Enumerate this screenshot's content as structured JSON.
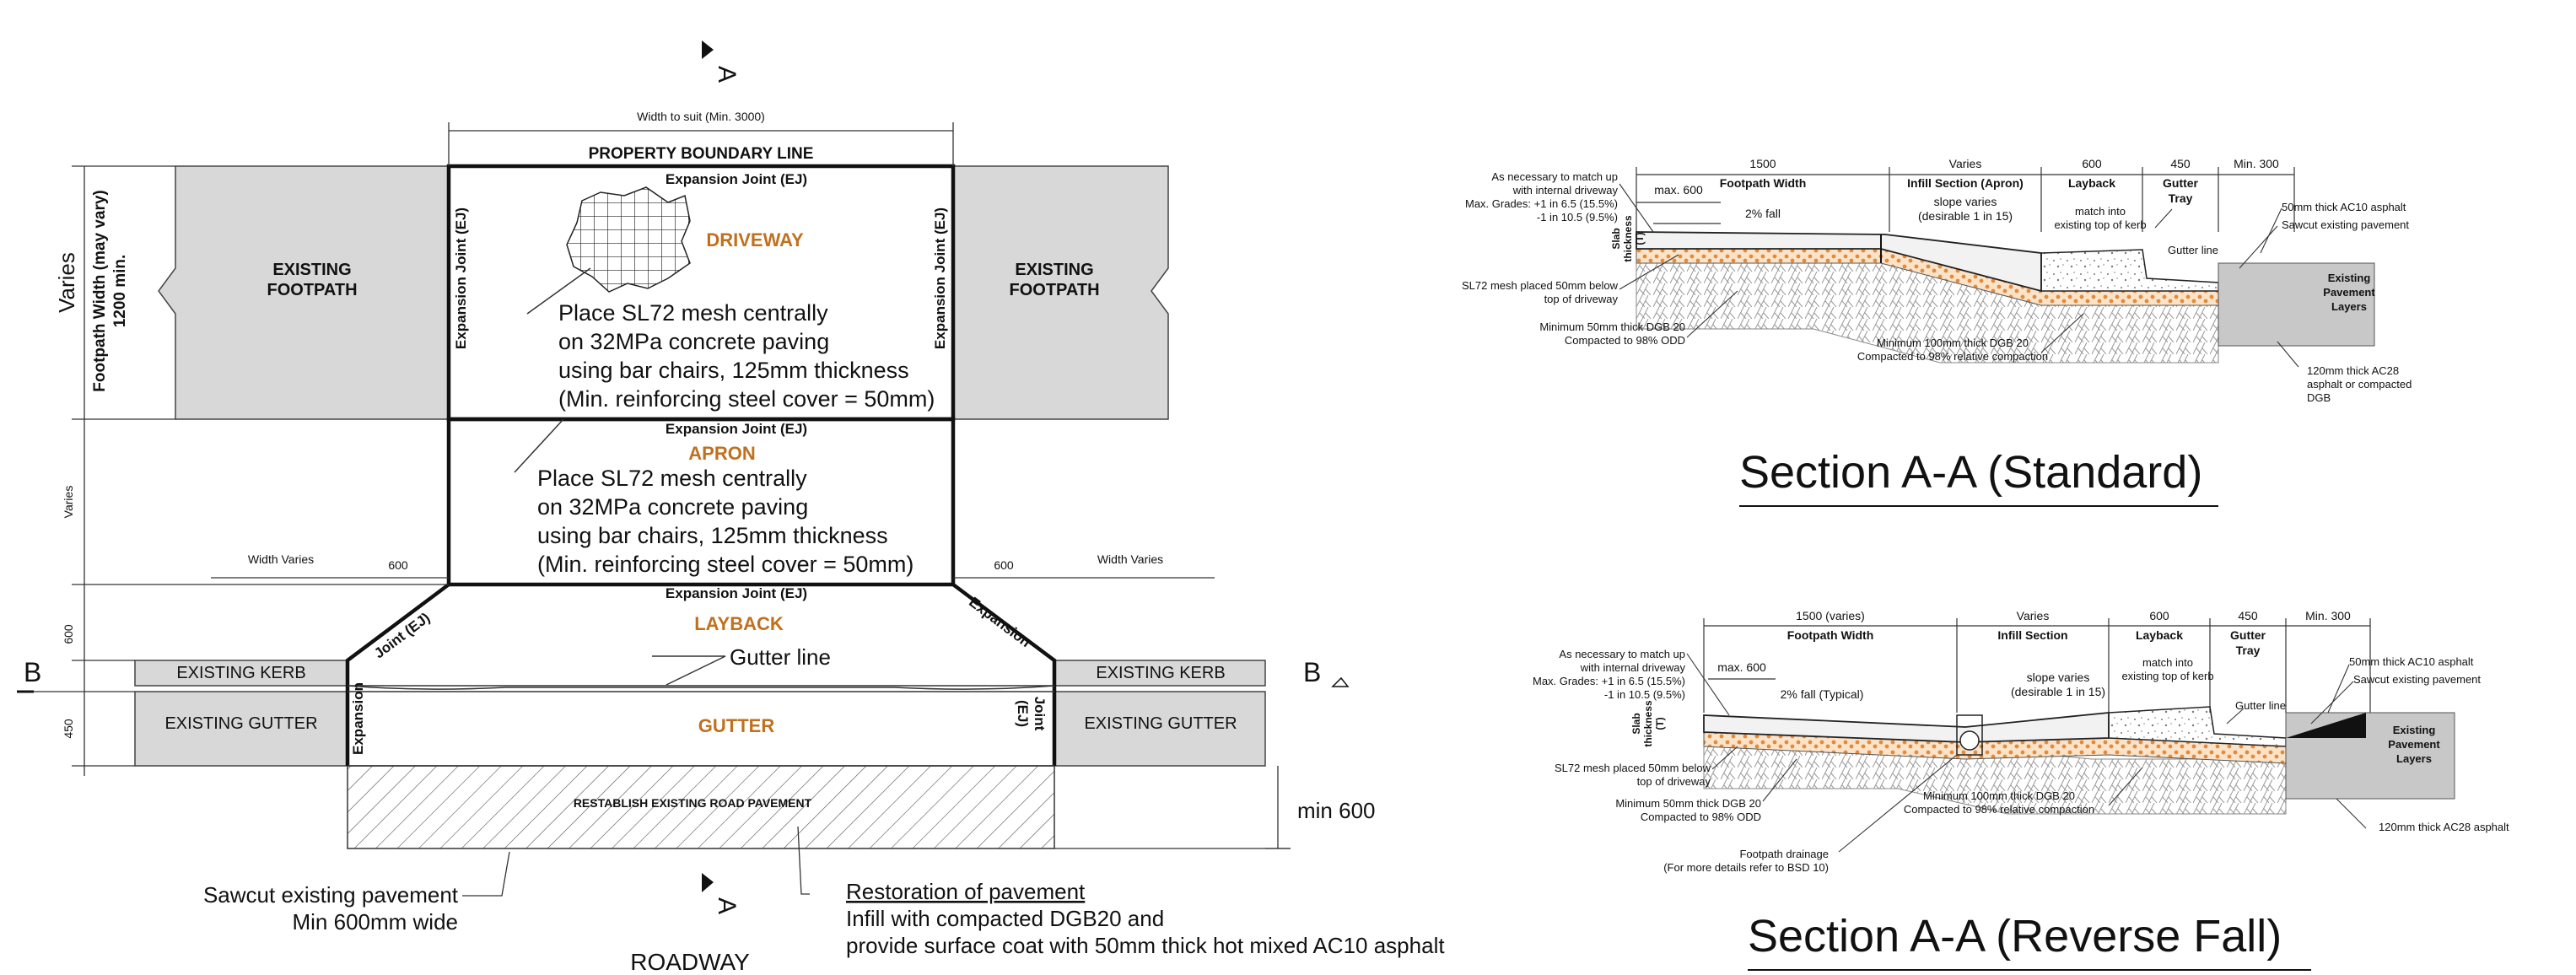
{
  "plan": {
    "width_to_suit": "Width to suit (Min. 3000)",
    "property_boundary": "PROPERTY BOUNDARY LINE",
    "ej_top": "Expansion Joint (EJ)",
    "ej_left": "Expansion Joint (EJ)",
    "ej_right": "Expansion Joint (EJ)",
    "ej_mid": "Expansion Joint (EJ)",
    "ej_bottom": "Expansion Joint (EJ)",
    "varies_big": "Varies",
    "footpath_width_1": "Footpath Width (may vary)",
    "footpath_width_2": "1200 min.",
    "varies_small": "Varies",
    "dim_600_left_v": "600",
    "dim_450_left_v": "450",
    "existing_footpath": [
      "EXISTING",
      "FOOTPATH"
    ],
    "driveway": "DRIVEWAY",
    "driveway_note": [
      "Place SL72 mesh centrally",
      "on 32MPa concrete paving",
      "using bar chairs, 125mm thickness",
      "(Min. reinforcing steel cover = 50mm)"
    ],
    "apron": "APRON",
    "apron_note": [
      "Place SL72 mesh centrally",
      "on 32MPa concrete paving",
      "using bar chairs, 125mm thickness",
      "(Min. reinforcing steel cover = 50mm)"
    ],
    "width_varies": "Width Varies",
    "dim_600": "600",
    "layback": "LAYBACK",
    "joint_ej": "Joint (EJ)",
    "expansion": "Expansion",
    "existing_kerb": "EXISTING KERB",
    "gutter_line": "Gutter line",
    "existing_gutter": "EXISTING GUTTER",
    "gutter": "GUTTER",
    "exp_left_v": "Expansion",
    "joint_right_v": "Joint",
    "ej_right_v": "(EJ)",
    "section_a": "A",
    "section_b": "B",
    "reestablish": "RESTABLISH EXISTING ROAD PAVEMENT",
    "min_600": "min 600",
    "sawcut": [
      "Sawcut existing pavement",
      "Min 600mm wide"
    ],
    "restoration_title": "Restoration of pavement",
    "restoration_body": [
      "Infill with compacted DGB20 and",
      "provide surface coat with 50mm thick hot mixed AC10 asphalt"
    ],
    "roadway": "ROADWAY"
  },
  "section_standard": {
    "title": "Section A-A (Standard)",
    "dims": [
      "1500",
      "Varies",
      "600",
      "450",
      "Min. 300"
    ],
    "zone_labels": [
      "Footpath Width",
      "Infill Section (Apron)",
      "Layback",
      "Gutter",
      "Tray"
    ],
    "max_600": "max. 600",
    "match_note": [
      "As necessary to match up",
      "with internal driveway",
      "Max. Grades: +1 in 6.5 (15.5%)",
      "-1 in 10.5 (9.5%)"
    ],
    "slab": [
      "Slab",
      "thickness",
      "(T)"
    ],
    "fall": "2% fall",
    "slope": [
      "slope varies",
      "(desirable 1 in 15)"
    ],
    "match_kerb": [
      "match into",
      "existing top of kerb"
    ],
    "gutter_line": "Gutter line",
    "ac10": "50mm thick AC10 asphalt",
    "sawcut": "Sawcut existing pavement",
    "existing_layers": [
      "Existing",
      "Pavement",
      "Layers"
    ],
    "mesh": [
      "SL72 mesh placed 50mm below",
      "top of driveway"
    ],
    "dgb_min50": [
      "Minimum 50mm thick DGB 20",
      "Compacted to 98% ODD"
    ],
    "dgb_min100": [
      "Minimum 100mm thick DGB 20",
      "Compacted to 98% relative compaction"
    ],
    "ac28": [
      "120mm thick AC28",
      "asphalt or compacted",
      "DGB"
    ]
  },
  "section_reverse": {
    "title": "Section A-A (Reverse Fall)",
    "dims": [
      "1500 (varies)",
      "Varies",
      "600",
      "450",
      "Min. 300"
    ],
    "zone_labels": [
      "Footpath Width",
      "Infill Section",
      "Layback",
      "Gutter",
      "Tray"
    ],
    "max_600": "max. 600",
    "match_note": [
      "As necessary to match up",
      "with internal driveway",
      "Max. Grades: +1 in 6.5 (15.5%)",
      "-1 in 10.5 (9.5%)"
    ],
    "slab": [
      "Slab",
      "thickness",
      "(T)"
    ],
    "fall": "2% fall (Typical)",
    "slope": [
      "slope varies",
      "(desirable 1 in 15)"
    ],
    "match_kerb": [
      "match into",
      "existing top of kerb"
    ],
    "gutter_line": "Gutter line",
    "ac10": "50mm thick AC10 asphalt",
    "sawcut": "Sawcut existing pavement",
    "existing_layers": [
      "Existing",
      "Pavement",
      "Layers"
    ],
    "mesh": [
      "SL72 mesh placed 50mm below",
      "top of driveway"
    ],
    "dgb_min50": [
      "Minimum 50mm thick DGB 20",
      "Compacted to 98% ODD"
    ],
    "dgb_min100": [
      "Minimum 100mm thick DGB 20",
      "Compacted to 98% relative compaction"
    ],
    "drainage": [
      "Footpath drainage",
      "(For more details refer to BSD 10)"
    ],
    "ac28": "120mm thick AC28 asphalt"
  }
}
